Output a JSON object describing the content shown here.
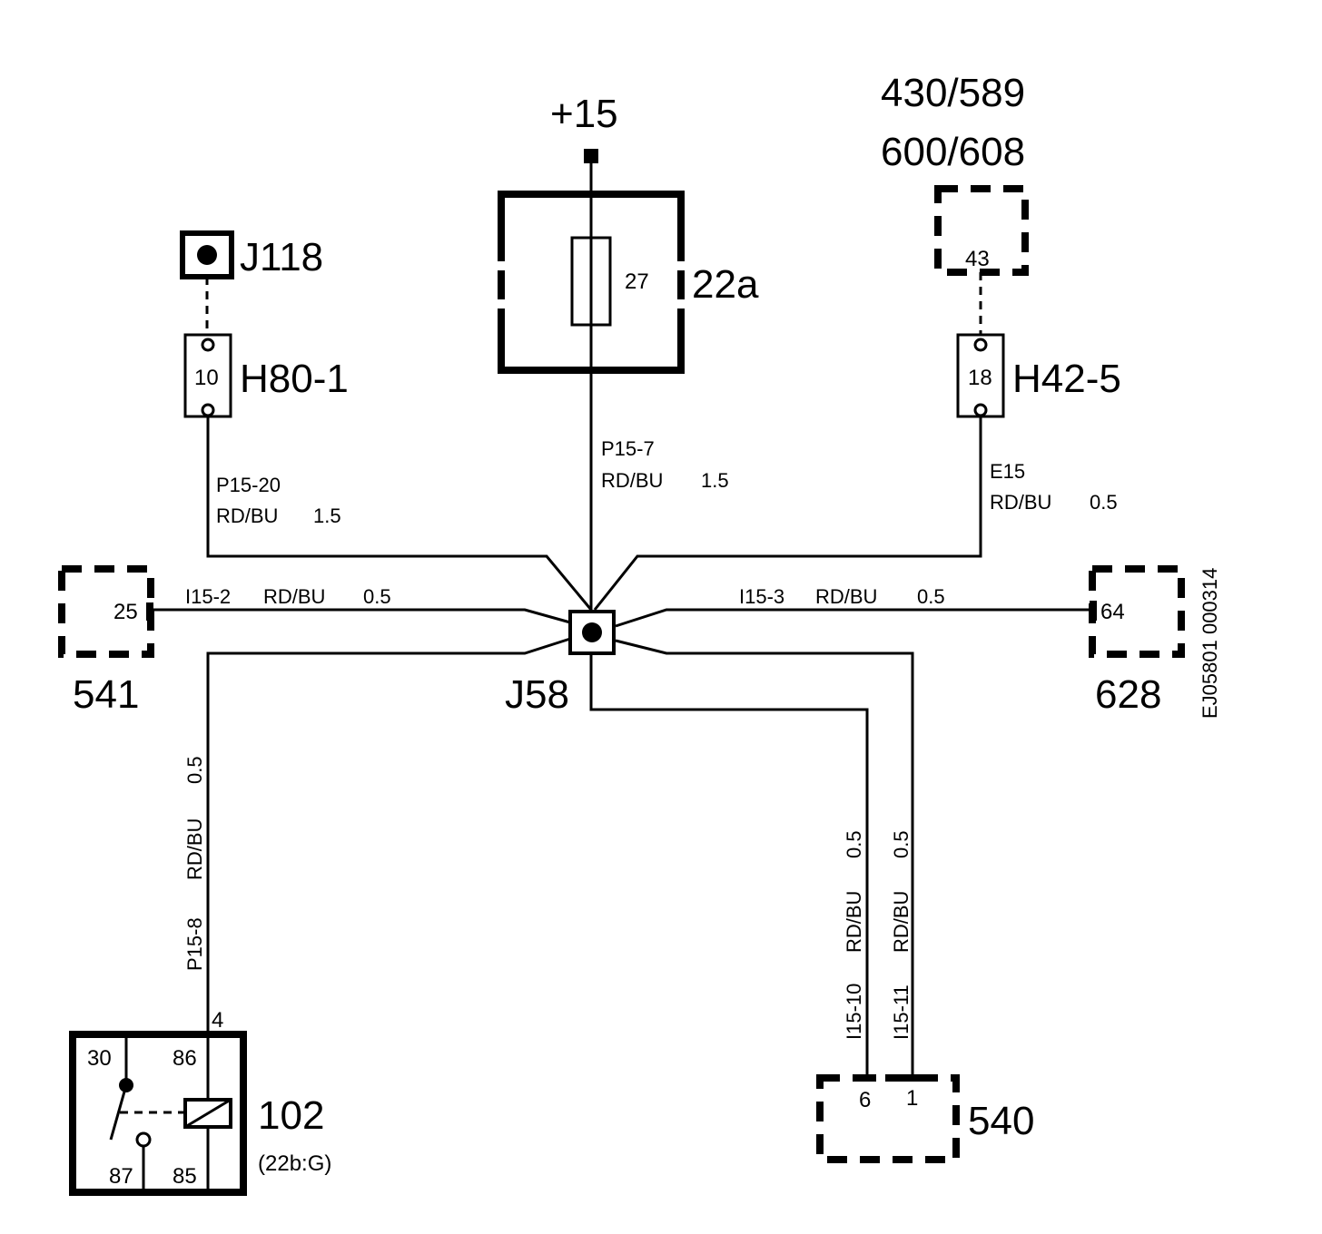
{
  "supply": {
    "label": "+15"
  },
  "fuse_box": {
    "ref": "22a",
    "fuse": "27"
  },
  "j118": {
    "label": "J118"
  },
  "h80": {
    "ref": "H80-1",
    "pin": "10"
  },
  "h42": {
    "ref": "H42-5",
    "pin": "18"
  },
  "multi_ref": {
    "line1": "430/589",
    "line2": "600/608",
    "pin": "43"
  },
  "c541": {
    "ref": "541",
    "pin": "25"
  },
  "c628": {
    "ref": "628",
    "pin": "64"
  },
  "junction": {
    "label": "J58"
  },
  "c540": {
    "ref": "540",
    "pin_a": "6",
    "pin_b": "1"
  },
  "relay": {
    "ref": "102",
    "sub": "(22b:G)",
    "pin_in": "4",
    "p30": "30",
    "p86": "86",
    "p87": "87",
    "p85": "85"
  },
  "drawing_id": "EJ05801 000314",
  "wires": {
    "p15_7": {
      "id": "P15-7",
      "color": "RD/BU",
      "size": "1.5"
    },
    "p15_20": {
      "id": "P15-20",
      "color": "RD/BU",
      "size": "1.5"
    },
    "e15": {
      "id": "E15",
      "color": "RD/BU",
      "size": "0.5"
    },
    "i15_2": {
      "id": "I15-2",
      "color": "RD/BU",
      "size": "0.5"
    },
    "i15_3": {
      "id": "I15-3",
      "color": "RD/BU",
      "size": "0.5"
    },
    "p15_8": {
      "id": "P15-8",
      "color": "RD/BU",
      "size": "0.5"
    },
    "i15_10": {
      "id": "I15-10",
      "color": "RD/BU",
      "size": "0.5"
    },
    "i15_11": {
      "id": "I15-11",
      "color": "RD/BU",
      "size": "0.5"
    }
  }
}
